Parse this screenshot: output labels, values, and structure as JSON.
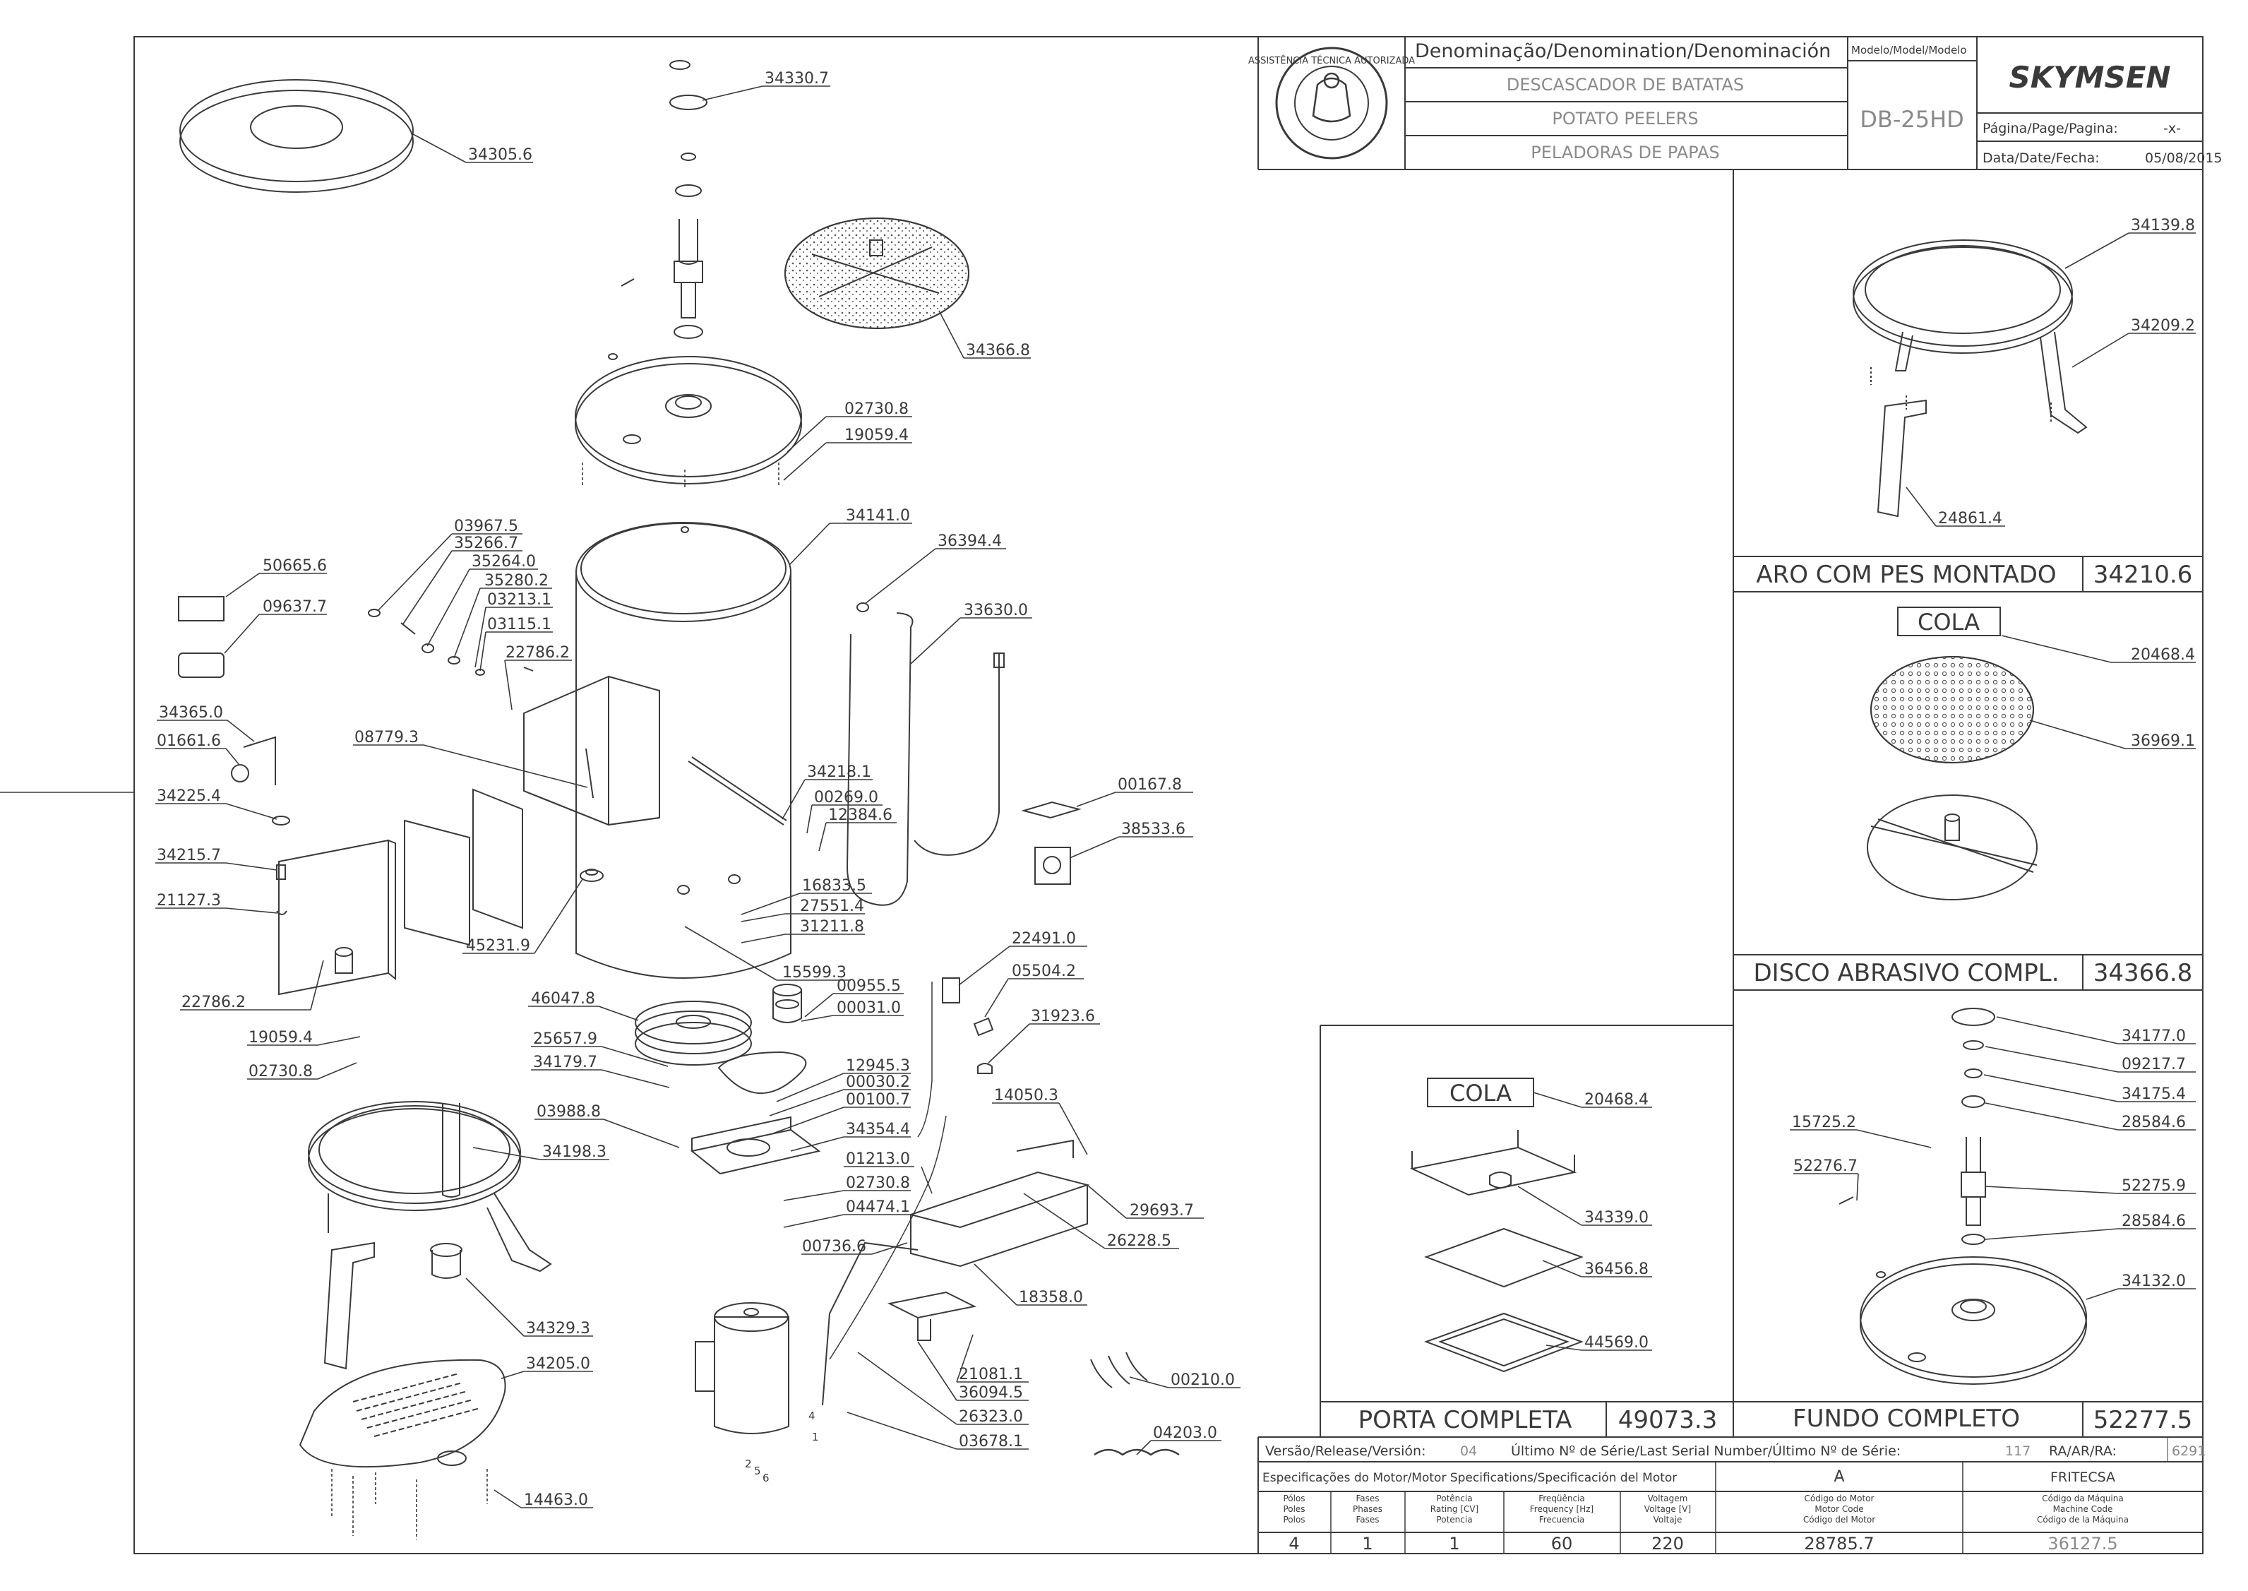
{
  "title_block": {
    "denomination_header": "Denominação/Denomination/Denominación",
    "model_header": "Modelo/Model/Modelo",
    "name_pt": "DESCASCADOR DE BATATAS",
    "name_en": "POTATO PEELERS",
    "name_es": "PELADORAS DE PAPAS",
    "model": "DB-25HD",
    "brand": "SKYMSEN",
    "page_label": "Página/Page/Pagina:",
    "page_value": "-x-",
    "date_label": "Data/Date/Fecha:",
    "date_value": "05/08/2015",
    "seal_text": "ASSISTÊNCIA TÉCNICA AUTORIZADA"
  },
  "parts": [
    {
      "num": "34330.7"
    },
    {
      "num": "34305.6"
    },
    {
      "num": "34366.8"
    },
    {
      "num": "02730.8"
    },
    {
      "num": "19059.4"
    },
    {
      "num": "34141.0"
    },
    {
      "num": "03967.5"
    },
    {
      "num": "35266.7"
    },
    {
      "num": "35264.0"
    },
    {
      "num": "35280.2"
    },
    {
      "num": "03213.1"
    },
    {
      "num": "03115.1"
    },
    {
      "num": "22786.2"
    },
    {
      "num": "36394.4"
    },
    {
      "num": "33630.0"
    },
    {
      "num": "50665.6"
    },
    {
      "num": "09637.7"
    },
    {
      "num": "34365.0"
    },
    {
      "num": "01661.6"
    },
    {
      "num": "08779.3"
    },
    {
      "num": "34218.1"
    },
    {
      "num": "00269.0"
    },
    {
      "num": "12384.6"
    },
    {
      "num": "00167.8"
    },
    {
      "num": "34225.4"
    },
    {
      "num": "38533.6"
    },
    {
      "num": "34215.7"
    },
    {
      "num": "21127.3"
    },
    {
      "num": "16833.5"
    },
    {
      "num": "27551.4"
    },
    {
      "num": "31211.8"
    },
    {
      "num": "45231.9"
    },
    {
      "num": "15599.3"
    },
    {
      "num": "22491.0"
    },
    {
      "num": "22786.2"
    },
    {
      "num": "05504.2"
    },
    {
      "num": "46047.8"
    },
    {
      "num": "00955.5"
    },
    {
      "num": "00031.0"
    },
    {
      "num": "31923.6"
    },
    {
      "num": "19059.4"
    },
    {
      "num": "25657.9"
    },
    {
      "num": "02730.8"
    },
    {
      "num": "34179.7"
    },
    {
      "num": "12945.3"
    },
    {
      "num": "00030.2"
    },
    {
      "num": "14050.3"
    },
    {
      "num": "03988.8"
    },
    {
      "num": "00100.7"
    },
    {
      "num": "34198.3"
    },
    {
      "num": "34354.4"
    },
    {
      "num": "01213.0"
    },
    {
      "num": "02730.8"
    },
    {
      "num": "29693.7"
    },
    {
      "num": "04474.1"
    },
    {
      "num": "00736.6"
    },
    {
      "num": "26228.5"
    },
    {
      "num": "18358.0"
    },
    {
      "num": "34329.3"
    },
    {
      "num": "34205.0"
    },
    {
      "num": "21081.1"
    },
    {
      "num": "00210.0"
    },
    {
      "num": "36094.5"
    },
    {
      "num": "26323.0"
    },
    {
      "num": "04203.0"
    },
    {
      "num": "03678.1"
    },
    {
      "num": "14463.0"
    },
    {
      "num": "34139.8"
    },
    {
      "num": "34209.2"
    },
    {
      "num": "24861.4"
    },
    {
      "num": "20468.4"
    },
    {
      "num": "36969.1"
    },
    {
      "num": "34177.0"
    },
    {
      "num": "09217.7"
    },
    {
      "num": "34175.4"
    },
    {
      "num": "28584.6"
    },
    {
      "num": "15725.2"
    },
    {
      "num": "52276.7"
    },
    {
      "num": "52275.9"
    },
    {
      "num": "28584.6"
    },
    {
      "num": "34132.0"
    },
    {
      "num": "20468.4"
    },
    {
      "num": "34339.0"
    },
    {
      "num": "36456.8"
    },
    {
      "num": "44569.0"
    }
  ],
  "wire_numbers": [
    "4",
    "1",
    "2",
    "5",
    "6"
  ],
  "panels": {
    "aro": {
      "title": "ARO COM PES MONTADO",
      "code": "34210.6"
    },
    "cola_disco": {
      "label": "COLA"
    },
    "disco": {
      "title": "DISCO ABRASIVO COMPL.",
      "code": "34366.8"
    },
    "cola_porta": {
      "label": "COLA"
    },
    "porta": {
      "title": "PORTA COMPLETA",
      "code": "49073.3"
    },
    "fundo": {
      "title": "FUNDO COMPLETO",
      "code": "52277.5"
    }
  },
  "release_row": {
    "version_label": "Versão/Release/Versión:",
    "version_value": "04",
    "serial_label": "Último Nº de Série/Last Serial Number/Último Nº de Série:",
    "serial_value": "117",
    "ra_label": "RA/AR/RA:",
    "ra_value": "6291"
  },
  "motor_spec": {
    "header": "Especificações do Motor/Motor Specifications/Specificación del Motor",
    "variant": "A",
    "maker": "FRITECSA",
    "columns": [
      {
        "label": [
          "Pólos",
          "Poles",
          "Polos"
        ],
        "value": "4"
      },
      {
        "label": [
          "Fases",
          "Phases",
          "Fases"
        ],
        "value": "1"
      },
      {
        "label": [
          "Potência",
          "Rating [CV]",
          "Potencia"
        ],
        "value": "1"
      },
      {
        "label": [
          "Freqüência",
          "Frequency [Hz]",
          "Frecuencia"
        ],
        "value": "60"
      },
      {
        "label": [
          "Voltagem",
          "Voltage [V]",
          "Voltaje"
        ],
        "value": "220"
      },
      {
        "label": [
          "Código do Motor",
          "Motor Code",
          "Código del Motor"
        ],
        "value": "28785.7"
      },
      {
        "label": [
          "Código da Máquina",
          "Machine Code",
          "Código de la Máquina"
        ],
        "value": "36127.5"
      }
    ]
  },
  "colors": {
    "line": "#3a3a3a",
    "faint": "#8a8a8a"
  }
}
